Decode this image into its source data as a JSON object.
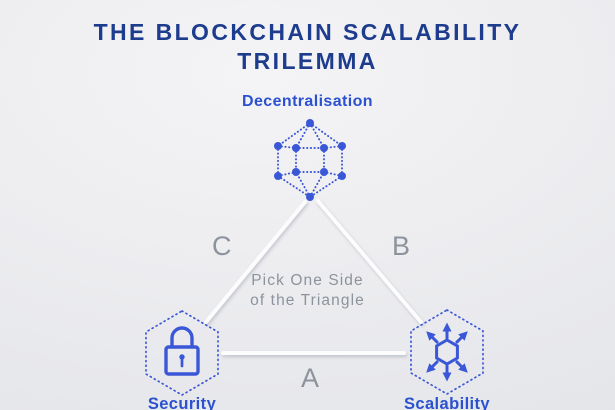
{
  "title": "THE BLOCKCHAIN SCALABILITY TRILEMMA",
  "center_text": {
    "line1": "Pick One Side",
    "line2": "of the Triangle"
  },
  "vertices": {
    "top": {
      "label": "Decentralisation",
      "icon": "network-cube-icon"
    },
    "left": {
      "label": "Security",
      "icon": "padlock-icon"
    },
    "right": {
      "label": "Scalability",
      "icon": "expand-arrows-icon"
    }
  },
  "edges": {
    "left": "C",
    "right": "B",
    "bottom": "A"
  },
  "colors": {
    "title_navy": "#1e3c8e",
    "label_blue": "#2b51cf",
    "icon_blue": "#3a57d7",
    "gray_text": "#8d939c",
    "line_white": "#fcfcfd",
    "background_light": "#f4f4f6",
    "background_dark": "#e1e3e8"
  }
}
